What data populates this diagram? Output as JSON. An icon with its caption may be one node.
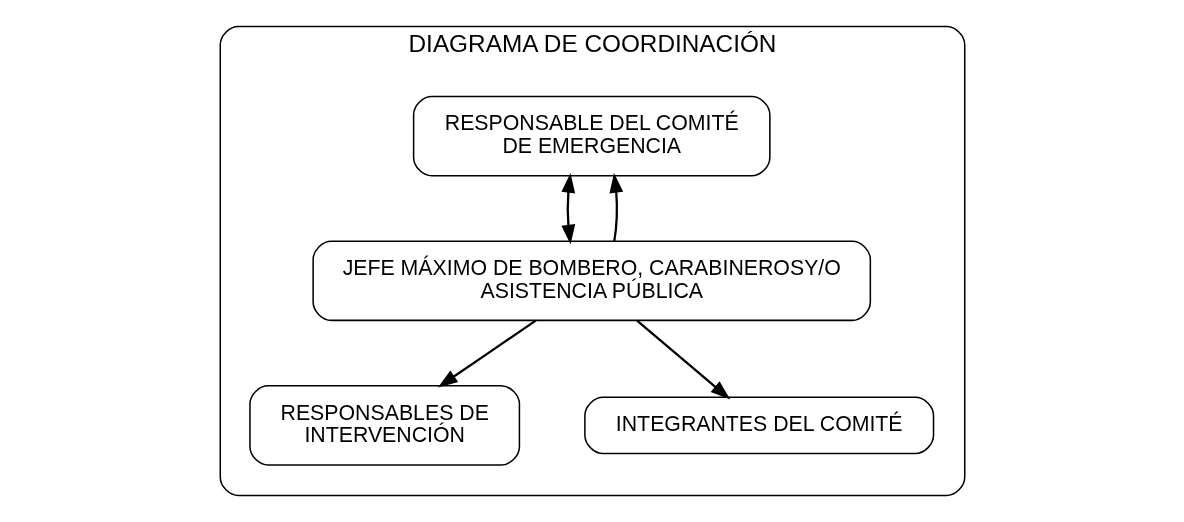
{
  "diagram": {
    "nodes": [
      {
        "text": [
          "DIAGRAMA DE COORDINACIÓN"
        ]
      },
      {
        "text": [
          "RESPONSABLE DEL COMITÉ DE EMERGENCIA"
        ],
        "in": 0
      },
      {
        "text": [
          "JEFE MÁXIMO DE BOMBERO, CARABINEROSY/O ASISTENCIA PÚBLICA"
        ],
        "in": 0
      },
      {
        "text": [
          "RESPONSABLES DE INTERVENCIÓN"
        ],
        "in": 0
      },
      {
        "text": [
          "INTEGRANTES DEL COMITÉ"
        ],
        "in": 0
      }
    ],
    "edges": [
      {
        "from": 1,
        "to": 2,
        "arrow": "both"
      },
      {
        "from": 2,
        "to": 1,
        "arrow": "to"
      },
      {
        "from": 2,
        "to": 3,
        "arrow": "to"
      },
      {
        "from": 2,
        "to": 4,
        "arrow": "to"
      }
    ]
  }
}
